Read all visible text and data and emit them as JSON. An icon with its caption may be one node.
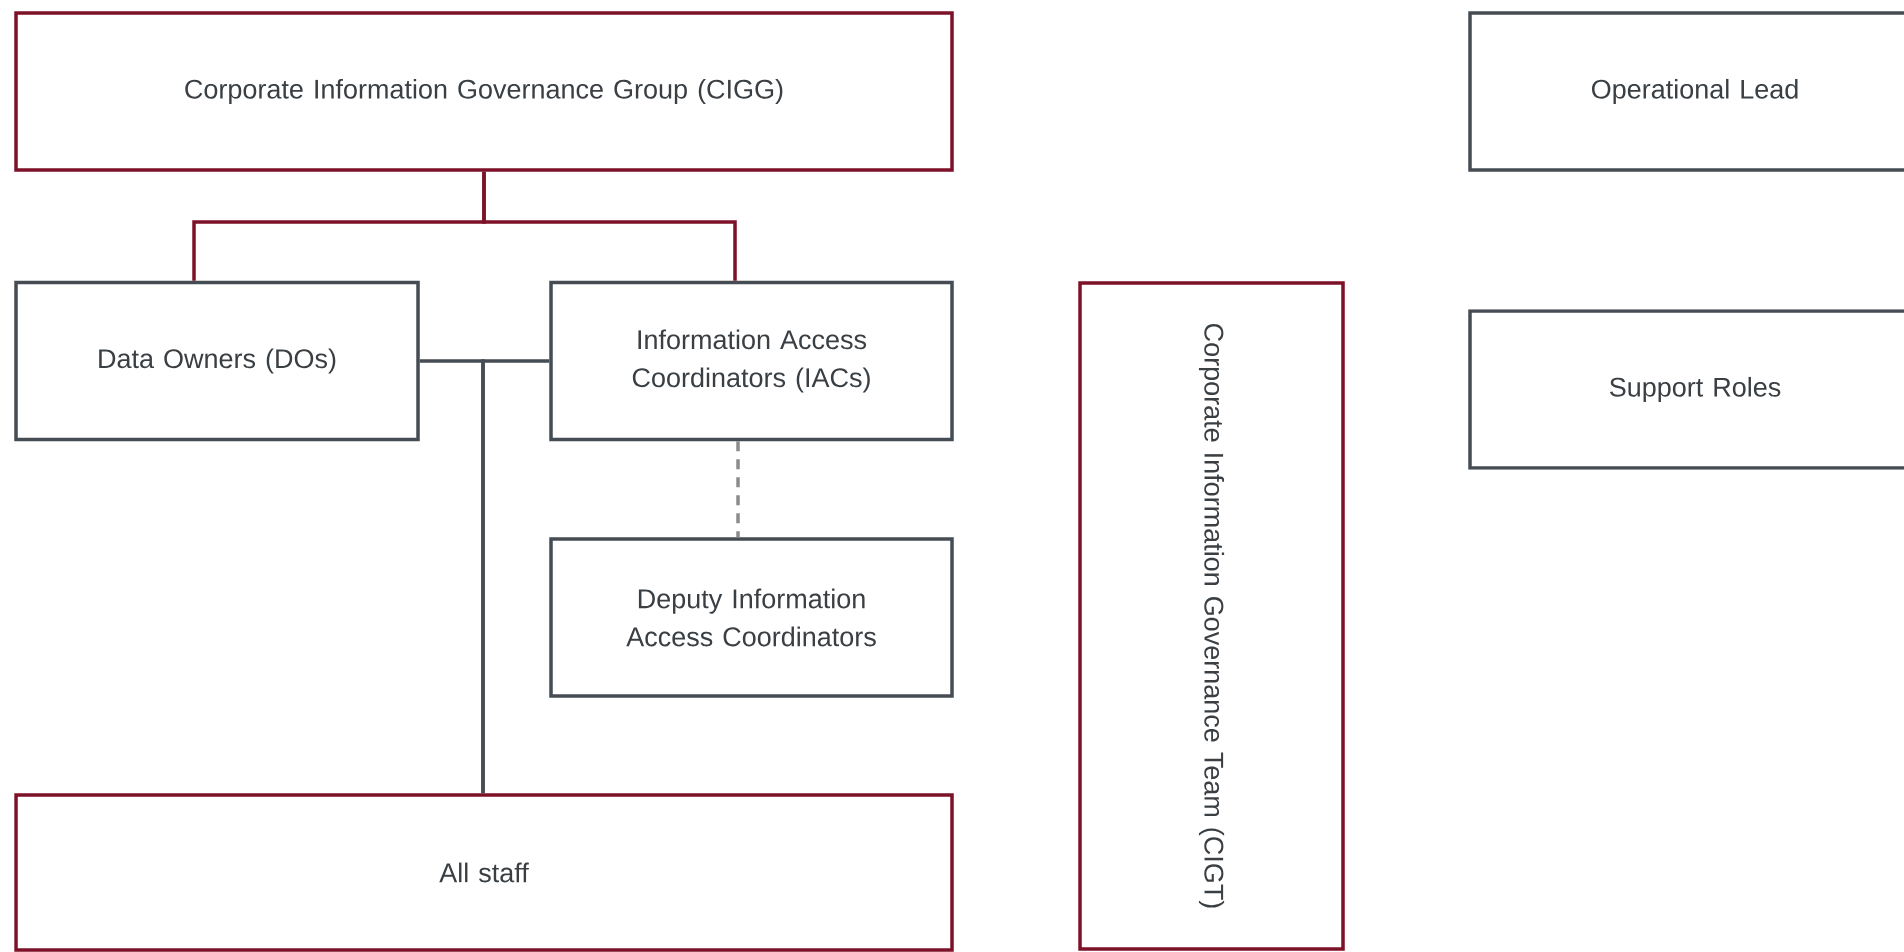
{
  "diagram": {
    "nodes": [
      {
        "text": [
          "Corporate Information Governance Group (CIGG)"
        ]
      },
      {
        "text": [
          "Operational Lead"
        ]
      },
      {
        "text": [
          "Data Owners (DOs)"
        ]
      },
      {
        "text": [
          "Information Access Coordinators (IACs)"
        ]
      },
      {
        "text": [
          "Corporate Information Governance Team (CIGT)"
        ]
      },
      {
        "text": [
          "Support Roles"
        ]
      },
      {
        "text": [
          "Deputy Information Access Coordinators"
        ]
      },
      {
        "text": [
          "All staff"
        ]
      }
    ],
    "edges": [
      {
        "from": 0,
        "to": 2,
        "arrow": "none",
        "color": "#7d1128"
      },
      {
        "from": 0,
        "to": 3,
        "arrow": "none",
        "color": "#7d1128"
      },
      {
        "from": 2,
        "to": 7,
        "arrow": "none",
        "color": "#454c53"
      },
      {
        "from": 3,
        "to": 7,
        "arrow": "none",
        "color": "#454c53"
      },
      {
        "from": 3,
        "to": 6,
        "arrow": "none",
        "style": "dashed",
        "color": "#8c8c8c"
      }
    ]
  }
}
